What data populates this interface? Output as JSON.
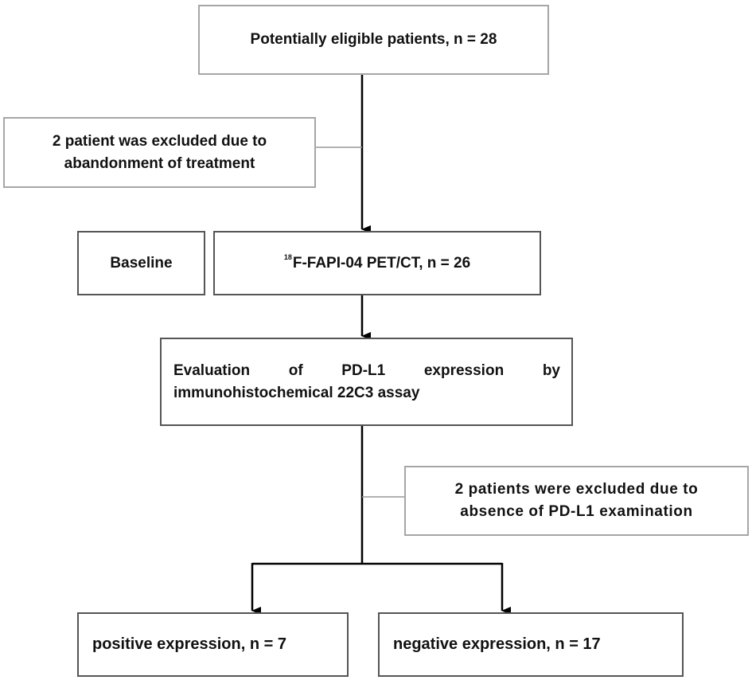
{
  "boxes": {
    "eligible": "Potentially eligible patients, n = 28",
    "excluded_1": [
      "2 patient was excluded due to",
      "abandonment of treatment"
    ],
    "baseline": "Baseline",
    "pet_ct": {
      "isotope": "18",
      "text": "F-FAPI-04 PET/CT, n = 26"
    },
    "evaluation": {
      "line1_words": [
        "Evaluation",
        "of",
        "PD-L1",
        "expression",
        "by"
      ],
      "line2": "immunohistochemical 22C3 assay"
    },
    "excluded_2": [
      "2 patients were excluded due to",
      "absence of PD-L1 examination"
    ],
    "positive": "positive expression, n = 7",
    "negative": "negative expression, n = 17"
  }
}
